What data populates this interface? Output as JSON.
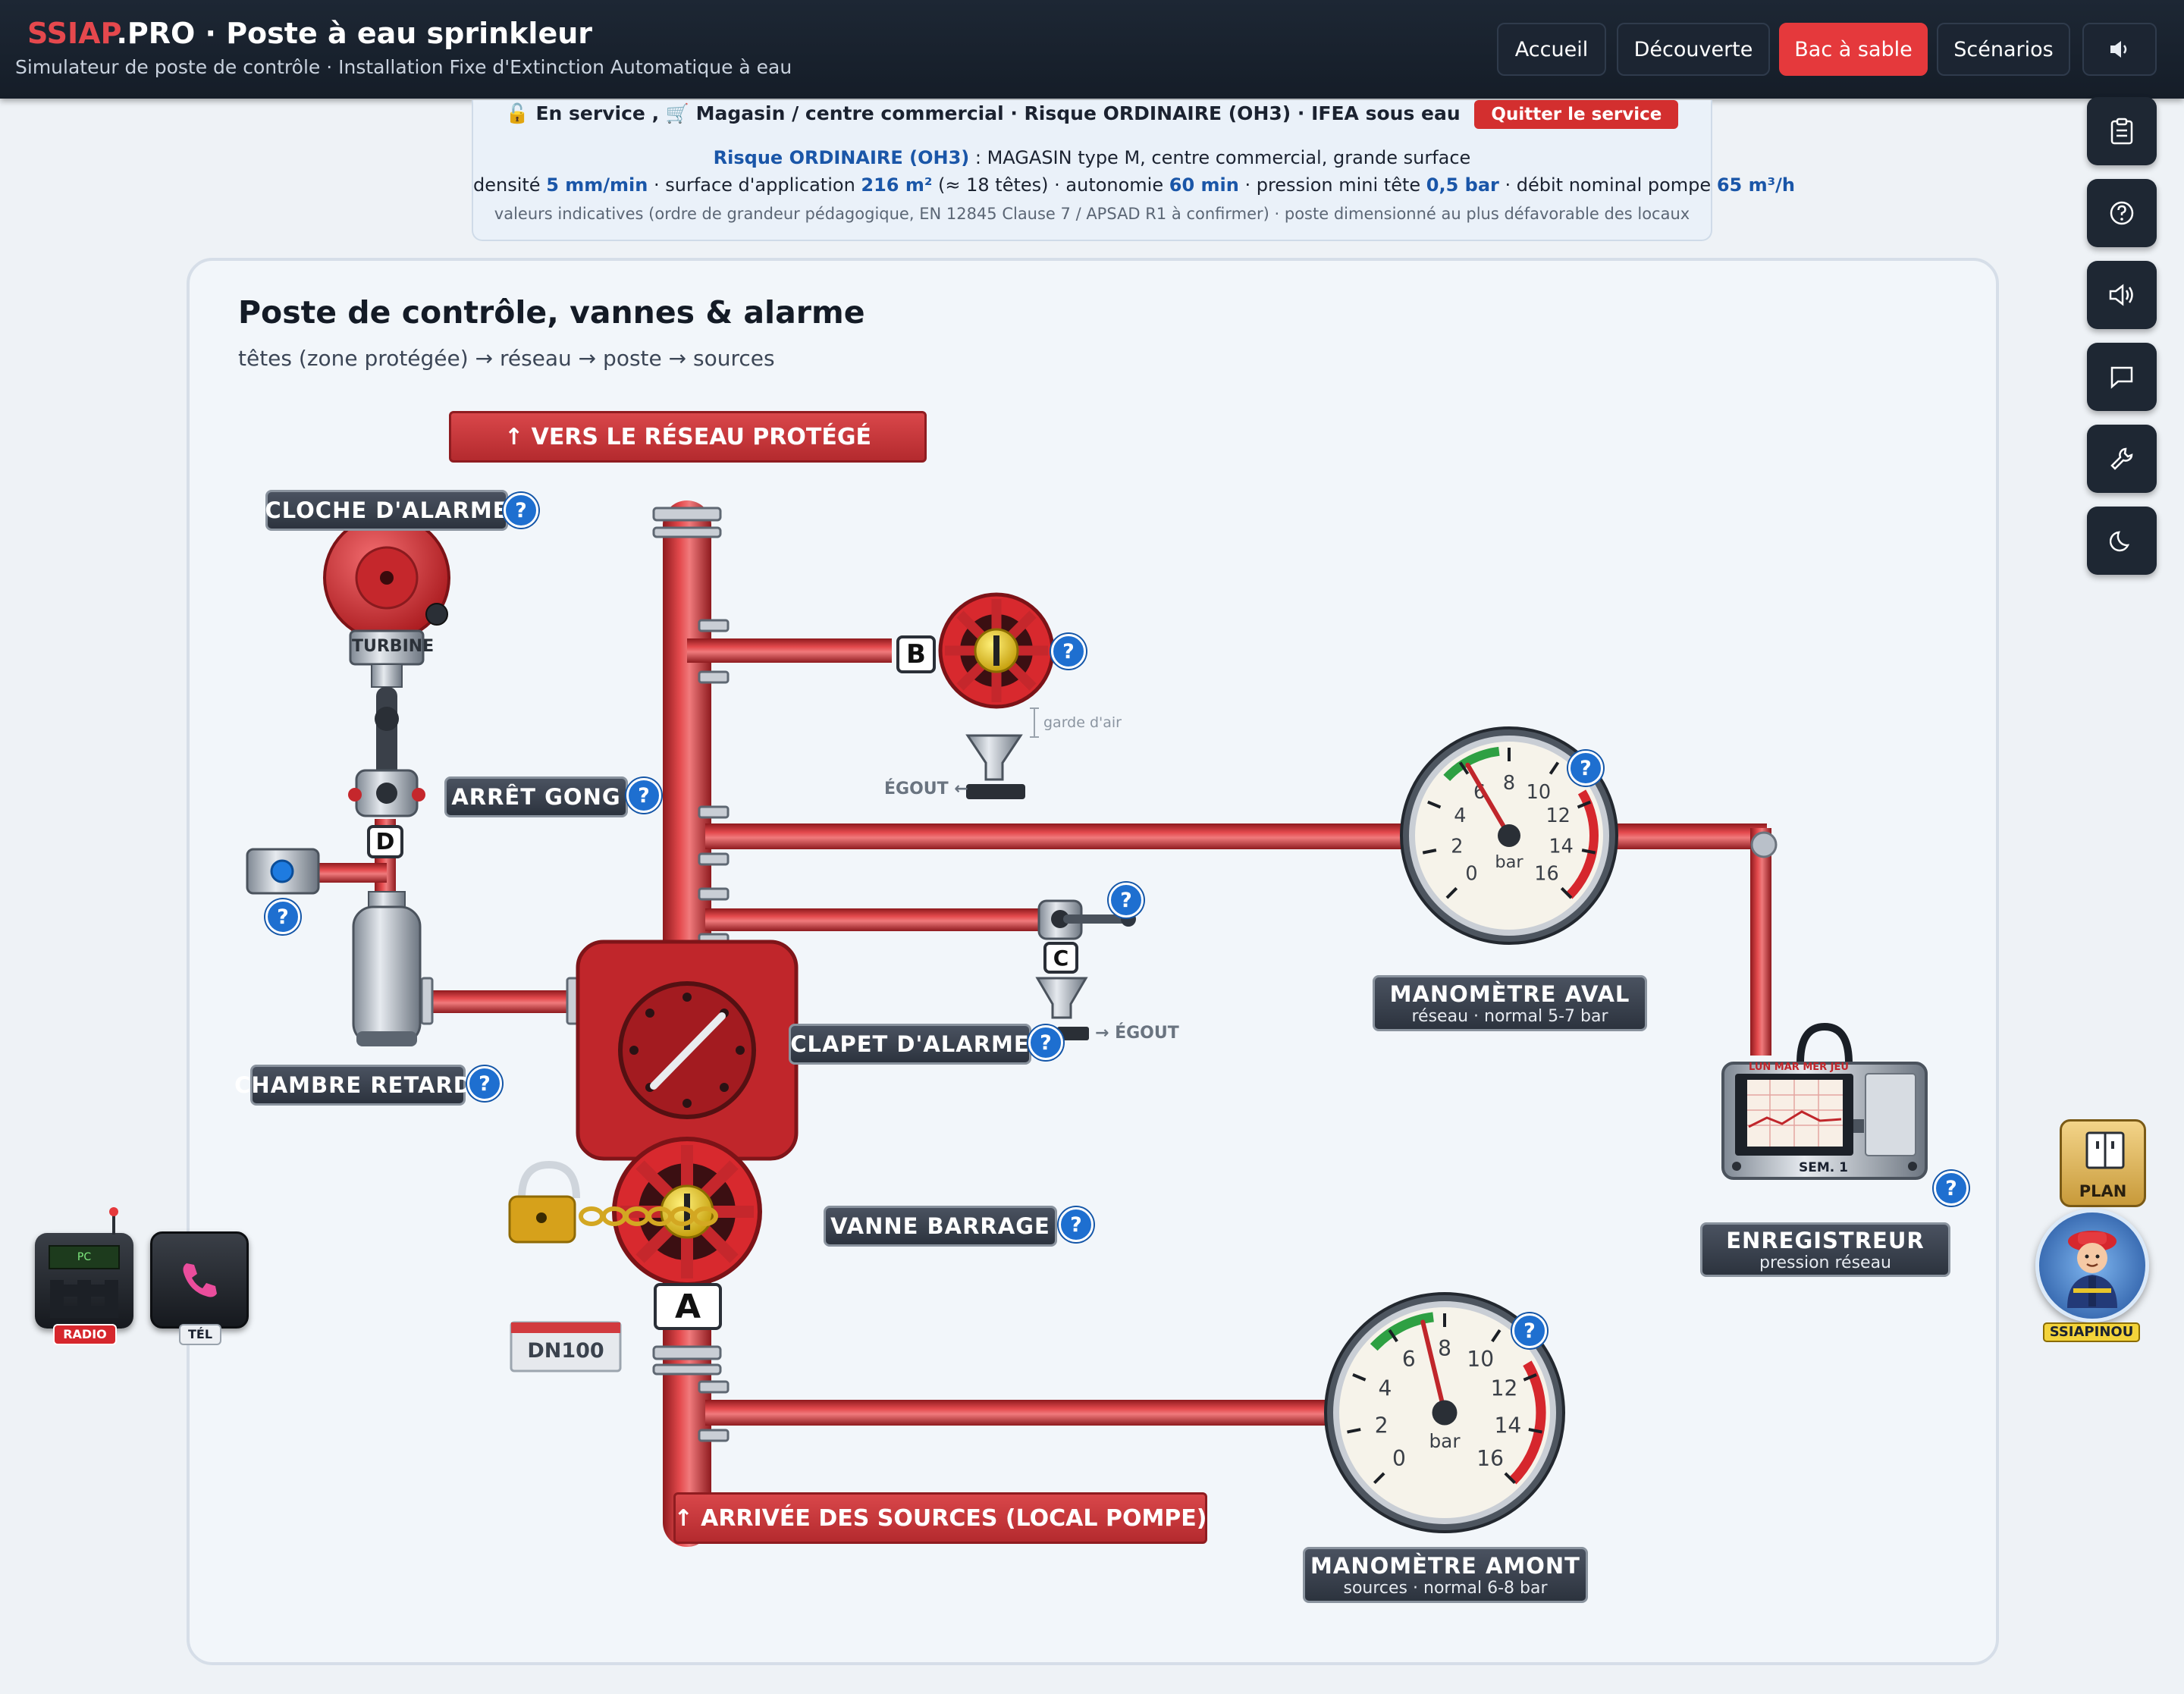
{
  "header": {
    "brand_part1": "SSIAP",
    "brand_part2": ".PRO · Poste à eau sprinkleur",
    "subtitle": "Simulateur de poste de contrôle · Installation Fixe d'Extinction Automatique à eau",
    "nav": [
      "Accueil",
      "Découverte",
      "Bac à sable",
      "Scénarios"
    ],
    "active_nav": "Bac à sable",
    "sound_icon": "speaker-icon"
  },
  "banner": {
    "status": "En service",
    "context": "Magasin / centre commercial · Risque ORDINAIRE (OH3) · IFEA sous eau",
    "quit_label": "Quitter le service",
    "risk_name": "Risque ORDINAIRE (OH3)",
    "risk_desc": " : MAGASIN type M, centre commercial, grande surface",
    "density_label": "densité ",
    "density": "5 mm/min",
    "surface_label": " · surface d'application ",
    "surface": "216 m²",
    "heads": " (≈ 18 têtes) · autonomie ",
    "autonomy": "60 min",
    "pressure_label": " · pression mini tête ",
    "pressure": "0,5 bar",
    "flow_label": " · débit nominal pompe ",
    "flow": "65 m³/h",
    "note": "valeurs indicatives (ordre de grandeur pédagogique, EN 12845 Clause 7 / APSAD R1 à confirmer) · poste dimensionné au plus défavorable des locaux"
  },
  "panel": {
    "title": "Poste de contrôle, vannes & alarme",
    "subtitle": "têtes (zone protégée) → réseau → poste → sources",
    "to_network": "↑ VERS LE RÉSEAU PROTÉGÉ",
    "from_sources": "↑ ARRIVÉE DES SOURCES (LOCAL POMPE)",
    "bell_label": "CLOCHE D'ALARME",
    "turbine": "TURBINE",
    "gong_stop": "ARRÊT GONG",
    "retard_chamber": "CHAMBRE RETARD.",
    "alarm_valve": "CLAPET D'ALARME",
    "barrage_valve": "VANNE BARRAGE",
    "dn": "DN100",
    "air_gap": "garde d'air",
    "drain_left": "ÉGOUT ←",
    "drain_right": "→ ÉGOUT",
    "labels": {
      "a": "A",
      "b": "B",
      "c": "C",
      "d": "D"
    },
    "gauge_down": {
      "title": "MANOMÈTRE AVAL",
      "sub": "réseau · normal 5-7 bar",
      "value": 6.2,
      "unit": "bar",
      "ticks": [
        "0",
        "2",
        "4",
        "6",
        "8",
        "10",
        "12",
        "14",
        "16"
      ]
    },
    "gauge_up": {
      "title": "MANOMÈTRE AMONT",
      "sub": "sources · normal 6-8 bar",
      "value": 7.2,
      "unit": "bar",
      "ticks": [
        "0",
        "2",
        "4",
        "6",
        "8",
        "10",
        "12",
        "14",
        "16"
      ]
    },
    "recorder": {
      "title": "ENREGISTREUR",
      "sub": "pression réseau",
      "days": "LUN MAR MER JEU",
      "week": "SEM. 1"
    }
  },
  "side": {
    "radio": "RADIO",
    "radio_screen": "PC",
    "phone": "TÉL",
    "plan": "PLAN",
    "mascot": "SSIAPINOU"
  },
  "colors": {
    "accent": "#e5393c",
    "pipe": "#c8262b",
    "help": "#1e6fd0",
    "header": "#1b2430"
  }
}
